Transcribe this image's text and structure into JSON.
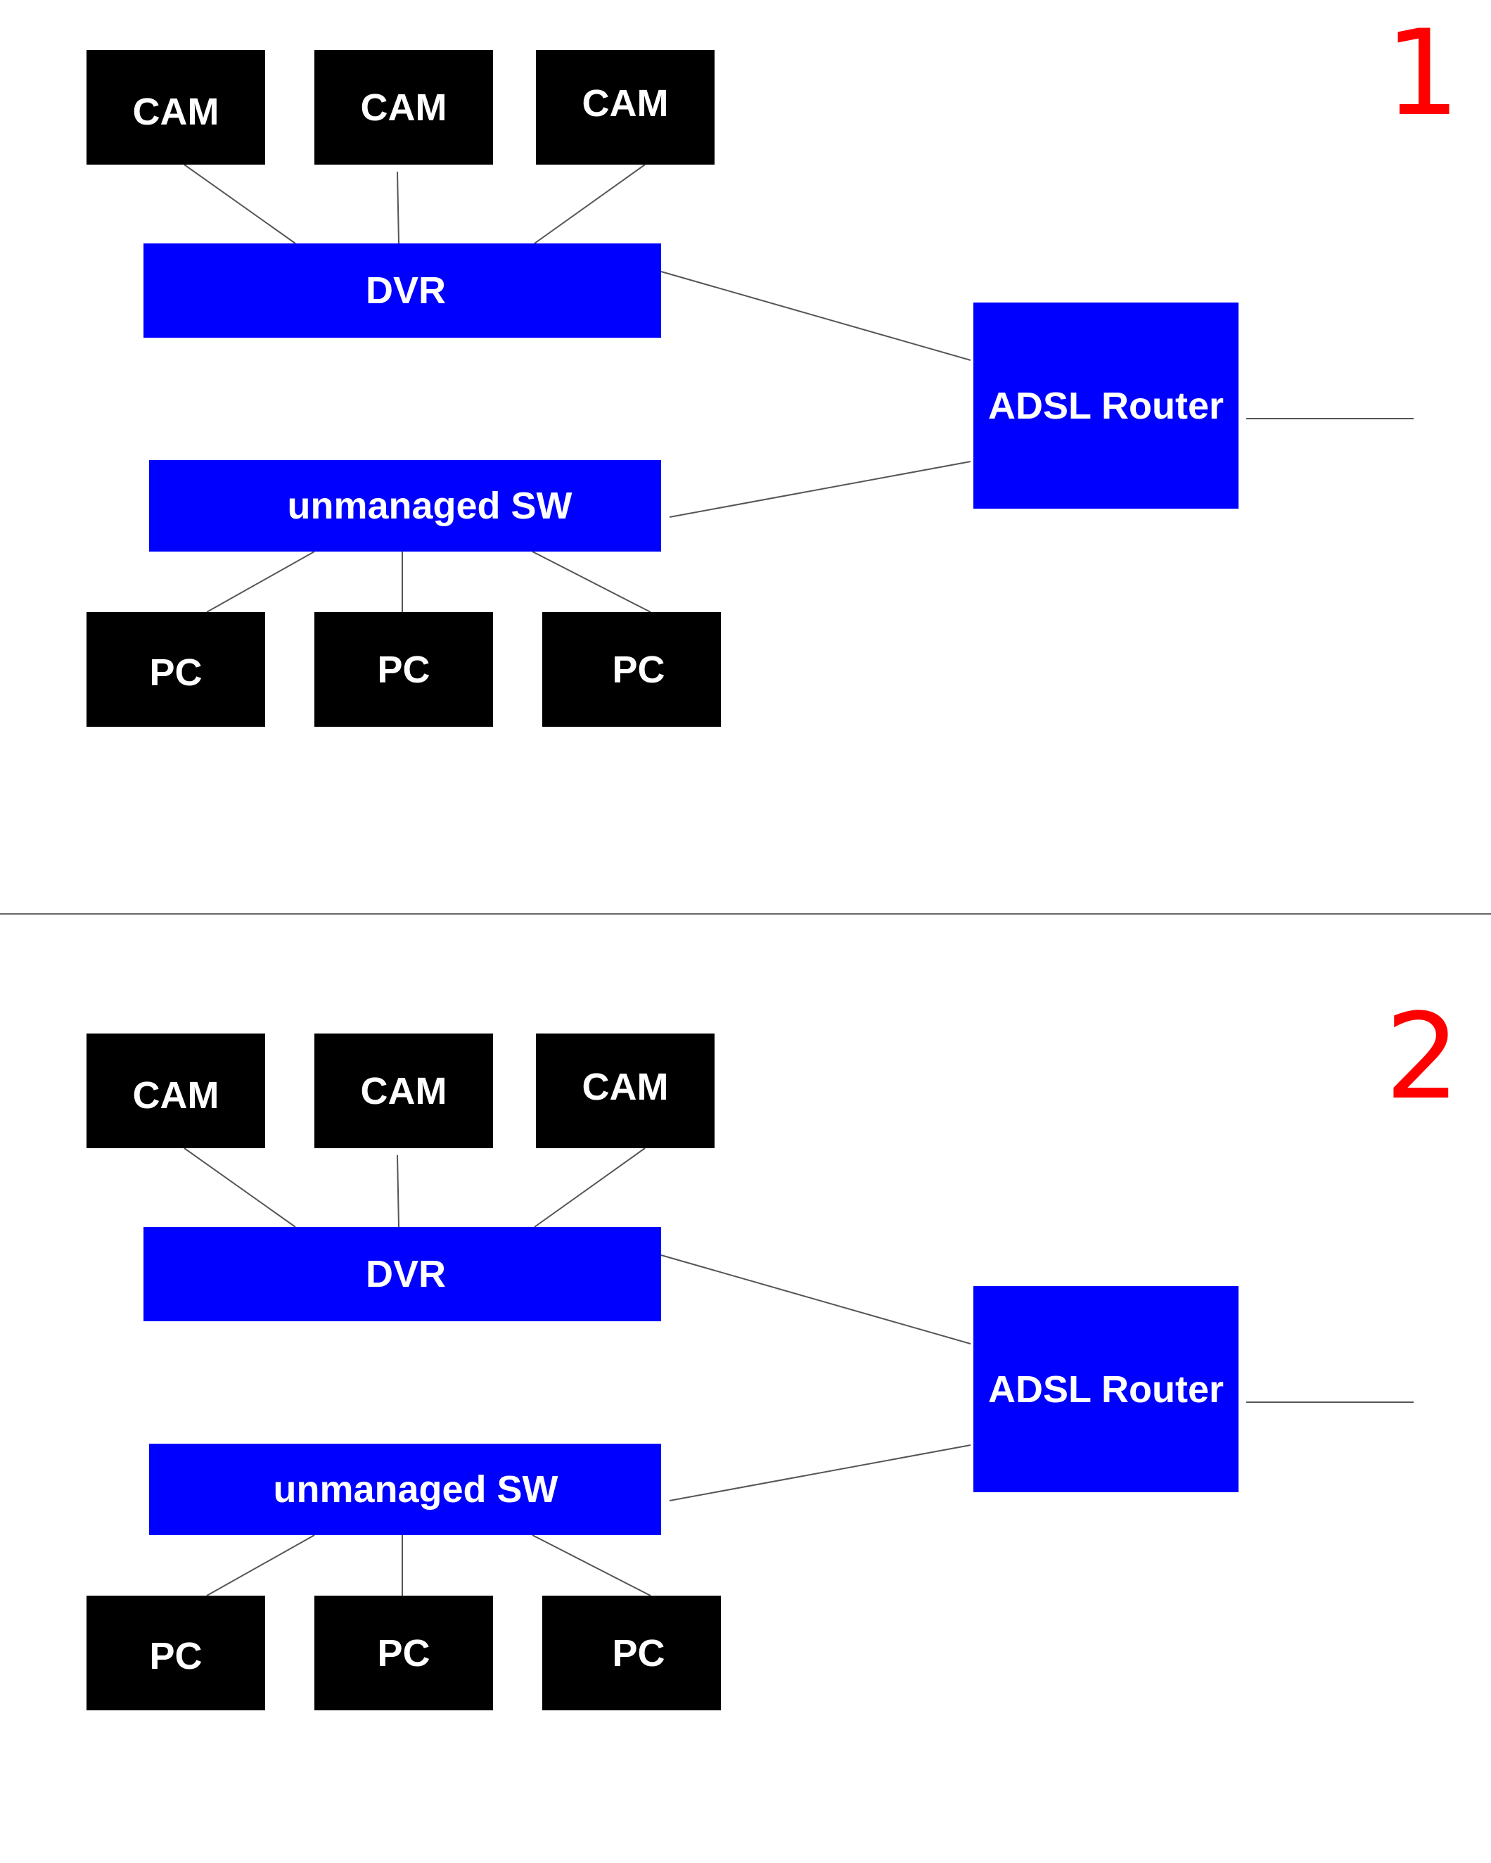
{
  "colors": {
    "device_fill": "#000000",
    "hub_fill": "#0000ff",
    "node_text": "#ffffff",
    "panel_number": "#ff0000",
    "connector": "#555555"
  },
  "panels": [
    {
      "number": "1",
      "cameras": [
        "CAM",
        "CAM",
        "CAM"
      ],
      "dvr": "DVR",
      "router": "ADSL Router",
      "switch": "unmanaged SW",
      "pcs": [
        "PC",
        "PC",
        "PC"
      ]
    },
    {
      "number": "2",
      "cameras": [
        "CAM",
        "CAM",
        "CAM"
      ],
      "dvr": "DVR",
      "router": "ADSL Router",
      "switch": "unmanaged SW",
      "pcs": [
        "PC",
        "PC",
        "PC"
      ]
    }
  ]
}
